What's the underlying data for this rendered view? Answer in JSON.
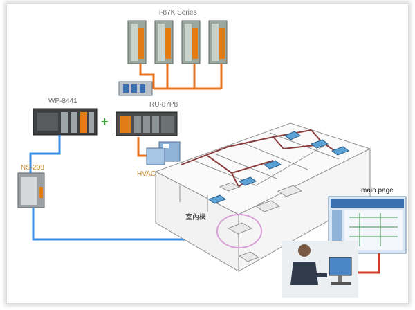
{
  "labels": {
    "series": "i-87K Series",
    "controller": "WP-8441",
    "expansion": "RU-87P8",
    "switch": "NS-208",
    "hvac": "HVAC",
    "indoor_unit": "室內機",
    "main_page": "main page",
    "plus": "+"
  },
  "colors": {
    "ethernet": "#3a8ee6",
    "serial": "#e8731e",
    "room_pipe": "#8a3b3b",
    "highlight": "#d9a0d8"
  },
  "icons": {
    "io_module": "io-module-icon",
    "controller": "plc-controller-icon",
    "switch": "ethernet-switch-icon",
    "hvac": "hvac-unit-icon",
    "monitor": "monitor-icon",
    "operator": "operator-person-icon"
  }
}
